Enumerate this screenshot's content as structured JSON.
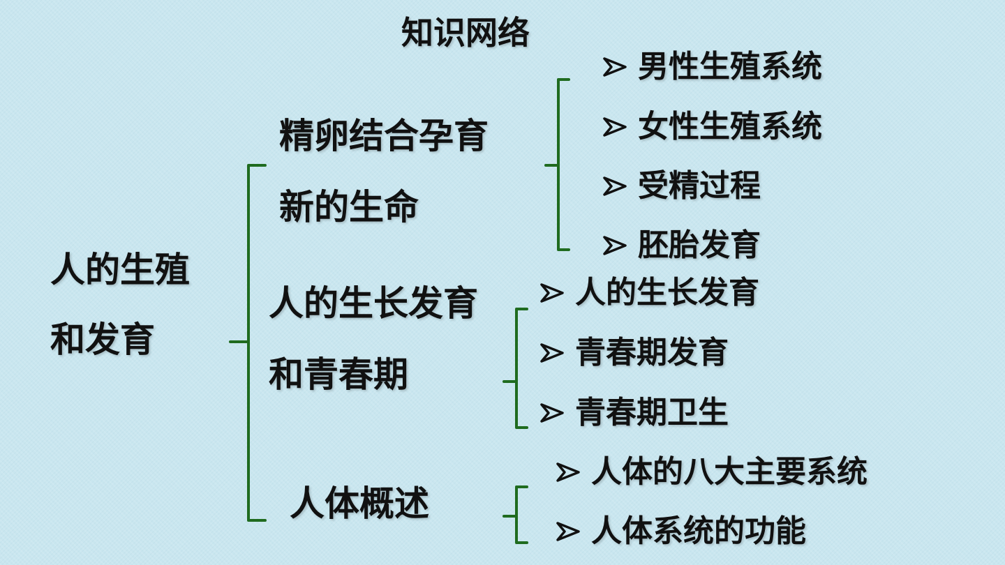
{
  "title": "知识网络",
  "root": {
    "line1": "人的生殖",
    "line2": "和发育"
  },
  "branches": [
    {
      "line1": "精卵结合孕育",
      "line2": "新的生命",
      "items": [
        "男性生殖系统",
        "女性生殖系统",
        "受精过程",
        "胚胎发育"
      ]
    },
    {
      "line1": "人的生长发育",
      "line2": "和青春期",
      "items": [
        "人的生长发育",
        "青春期发育",
        "青春期卫生"
      ]
    },
    {
      "line1": "人体概述",
      "items": [
        "人体的八大主要系统",
        "人体系统的功能"
      ]
    }
  ],
  "colors": {
    "bracket": "#1f6b1f",
    "text": "#111111",
    "background": "#c9e6ef"
  },
  "icons": {
    "bullet": "arrow-bullet-icon"
  }
}
